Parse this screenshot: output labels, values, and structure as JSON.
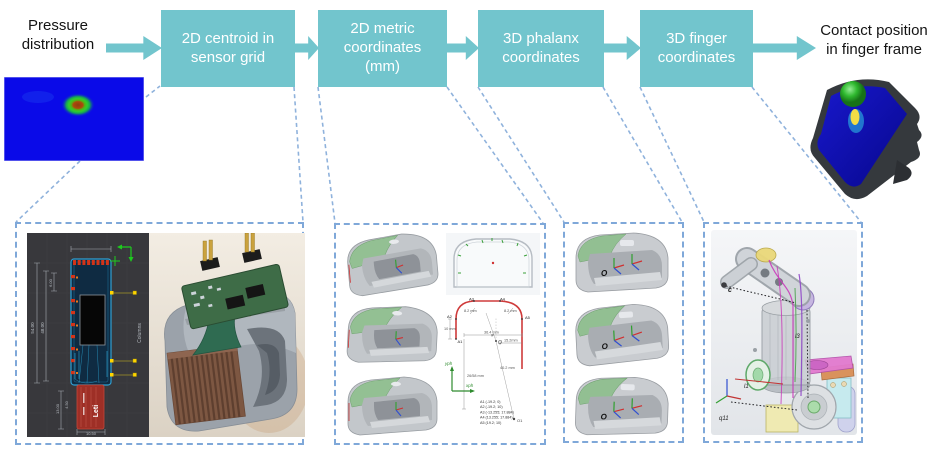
{
  "figure": {
    "input_label": "Pressure\ndistribution",
    "steps": [
      {
        "label": "2D centroid in\nsensor grid"
      },
      {
        "label": "2D metric\ncoordinates\n(mm)"
      },
      {
        "label": "3D phalanx\ncoordinates"
      },
      {
        "label": "3D finger\ncoordinates"
      }
    ],
    "output_label": "Contact position\nin finger frame"
  },
  "colors": {
    "box_fill": "#72c5cd",
    "box_text": "#ffffff",
    "connector": "#8fb2dc",
    "panel_border": "#7fa8d9",
    "heatmap_blue": "#0a0ae8",
    "contact_ball": "#2eb82e"
  },
  "sensor_panel": {
    "dim_labels": [
      "54.00",
      "48.00",
      "6.00",
      "13.00",
      "4.50",
      "10.50"
    ],
    "brand_label": "Leti",
    "axis_label": "Columns"
  },
  "metric_panel": {
    "point_labels": [
      "A1",
      "A2",
      "A3",
      "A4",
      "A5"
    ],
    "dim_labels": [
      "8.2 mm",
      "8.2 mm",
      "10 mm",
      "36.4 mm",
      "15.2mm",
      "40.2 mm",
      "26/58 mm"
    ],
    "origin_label": "O",
    "angle_label": "φ",
    "base_point_label": "O1",
    "axis_y_label": "yph",
    "axis_x_label": "xph",
    "coordinates": [
      "A1 (-19.2; 0)",
      "A2 (-19.2; 10)",
      "A3 (-13.255; 17.884)",
      "A4 (13.255; 17.884)",
      "A5 (19.2; 10)"
    ]
  },
  "phalanx_panel": {
    "origin_label": "O"
  },
  "finger_panel": {
    "labels": {
      "tip": "c",
      "l3": "l3",
      "l1": "l1",
      "q11": "q11"
    }
  }
}
